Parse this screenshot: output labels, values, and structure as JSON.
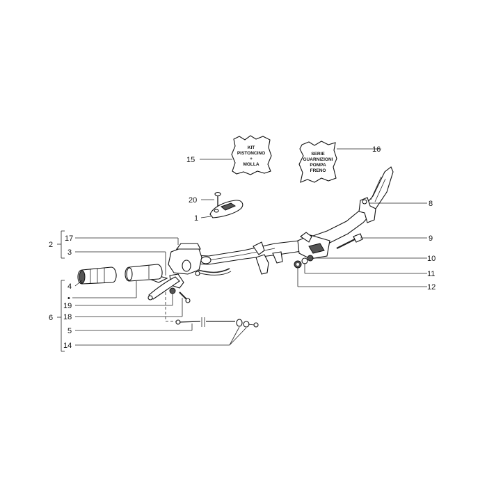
{
  "diagram": {
    "labels": {
      "l1": "1",
      "l2": "2",
      "l3": "3",
      "l4": "4",
      "l5": "5",
      "l6": "6",
      "l8": "8",
      "l9": "9",
      "l10": "10",
      "l11": "11",
      "l12": "12",
      "l14": "14",
      "l15": "15",
      "l16": "16",
      "l17": "17",
      "l18": "18",
      "l19": "19",
      "l20": "20",
      "bullet": "•"
    },
    "kit_bag_15": [
      "KIT",
      "PISTONCINO",
      "+",
      "MOLLA"
    ],
    "kit_bag_16": [
      "SERIE",
      "GUARNIZIONI",
      "POMPA",
      "FRENO"
    ]
  }
}
